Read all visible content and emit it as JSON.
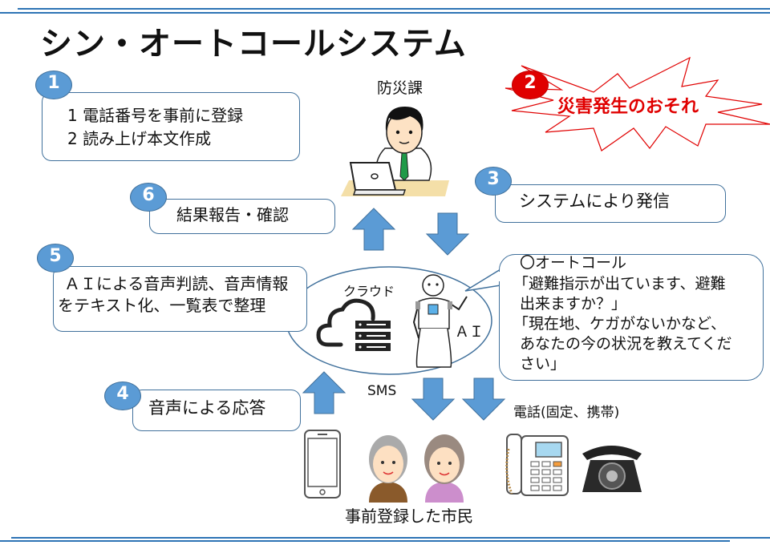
{
  "title": "シン・オートコールシステム",
  "colors": {
    "accent_blue": "#5b9bd5",
    "border_blue": "#41719c",
    "alert_red": "#e00000",
    "rule_blue": "#2e74b5"
  },
  "steps": [
    {
      "number": "1",
      "lines": [
        "1  電話番号を事前に登録",
        "2  読み上げ本文作成"
      ]
    },
    {
      "number": "2",
      "text": "災害発生のおそれ"
    },
    {
      "number": "3",
      "text": "システムにより発信"
    },
    {
      "number": "4",
      "text": "音声による応答"
    },
    {
      "number": "5",
      "lines": [
        "ＡＩによる音声判読、音声情報",
        "をテキスト化、一覧表で整理"
      ]
    },
    {
      "number": "6",
      "text": "結果報告・確認"
    }
  ],
  "labels": {
    "department": "防災課",
    "cloud": "クラウド",
    "ai": "ＡＩ",
    "sms": "SMS",
    "phone": "電話(固定、携帯)",
    "citizens": "事前登録した市民"
  },
  "speech_bubble": {
    "lines": [
      "〇オートコール",
      "「避難指示が出ています、避難",
      "出来ますか？」",
      "「現在地、ケガがないかなど、",
      "あなたの今の状況を教えてくだ",
      "さい」"
    ]
  },
  "icons": {
    "department_staff": "person-at-laptop-icon",
    "cloud_server": "cloud-server-icon",
    "robot": "robot-icon",
    "smartphone": "smartphone-icon",
    "citizens": "elderly-couple-icon",
    "office_phone": "office-phone-icon",
    "rotary_phone": "rotary-phone-icon"
  }
}
